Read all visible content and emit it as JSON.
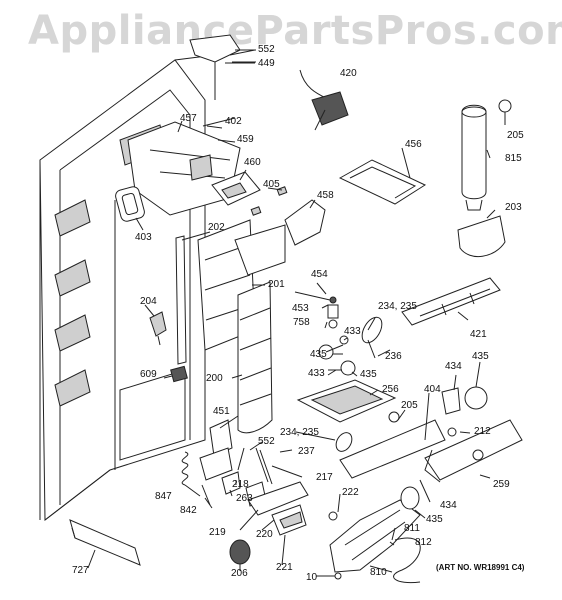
{
  "watermark": "AppliancePartsPros.com",
  "art_number": "(ART NO. WR18991 C4)",
  "part_labels": [
    {
      "id": "p552a",
      "text": "552"
    },
    {
      "id": "p449",
      "text": "449"
    },
    {
      "id": "p420",
      "text": "420"
    },
    {
      "id": "p205a",
      "text": "205"
    },
    {
      "id": "p815",
      "text": "815"
    },
    {
      "id": "p457",
      "text": "457"
    },
    {
      "id": "p402",
      "text": "402"
    },
    {
      "id": "p459",
      "text": "459"
    },
    {
      "id": "p456",
      "text": "456"
    },
    {
      "id": "p460",
      "text": "460"
    },
    {
      "id": "p405",
      "text": "405"
    },
    {
      "id": "p458",
      "text": "458"
    },
    {
      "id": "p203",
      "text": "203"
    },
    {
      "id": "p403",
      "text": "403"
    },
    {
      "id": "p202",
      "text": "202"
    },
    {
      "id": "p454",
      "text": "454"
    },
    {
      "id": "p201",
      "text": "201"
    },
    {
      "id": "p234a",
      "text": "234, 235"
    },
    {
      "id": "p453",
      "text": "453"
    },
    {
      "id": "p204",
      "text": "204"
    },
    {
      "id": "p758",
      "text": "758"
    },
    {
      "id": "p421",
      "text": "421"
    },
    {
      "id": "p433a",
      "text": "433"
    },
    {
      "id": "p435a",
      "text": "435"
    },
    {
      "id": "p236",
      "text": "236"
    },
    {
      "id": "p434a",
      "text": "434"
    },
    {
      "id": "p435b",
      "text": "435"
    },
    {
      "id": "p433b",
      "text": "433"
    },
    {
      "id": "p435c",
      "text": "435"
    },
    {
      "id": "p609",
      "text": "609"
    },
    {
      "id": "p200",
      "text": "200"
    },
    {
      "id": "p256",
      "text": "256"
    },
    {
      "id": "p404",
      "text": "404"
    },
    {
      "id": "p205b",
      "text": "205"
    },
    {
      "id": "p451",
      "text": "451"
    },
    {
      "id": "p212",
      "text": "212"
    },
    {
      "id": "p234b",
      "text": "234, 235"
    },
    {
      "id": "p552b",
      "text": "552"
    },
    {
      "id": "p237",
      "text": "237"
    },
    {
      "id": "p217",
      "text": "217"
    },
    {
      "id": "p218",
      "text": "218"
    },
    {
      "id": "p847",
      "text": "847"
    },
    {
      "id": "p263",
      "text": "263"
    },
    {
      "id": "p259",
      "text": "259"
    },
    {
      "id": "p222",
      "text": "222"
    },
    {
      "id": "p434b",
      "text": "434"
    },
    {
      "id": "p842",
      "text": "842"
    },
    {
      "id": "p219",
      "text": "219"
    },
    {
      "id": "p220",
      "text": "220"
    },
    {
      "id": "p811",
      "text": "811"
    },
    {
      "id": "p435d",
      "text": "435"
    },
    {
      "id": "p812",
      "text": "812"
    },
    {
      "id": "p727",
      "text": "727"
    },
    {
      "id": "p206",
      "text": "206"
    },
    {
      "id": "p221",
      "text": "221"
    },
    {
      "id": "p10",
      "text": "10"
    },
    {
      "id": "p810",
      "text": "810"
    }
  ]
}
